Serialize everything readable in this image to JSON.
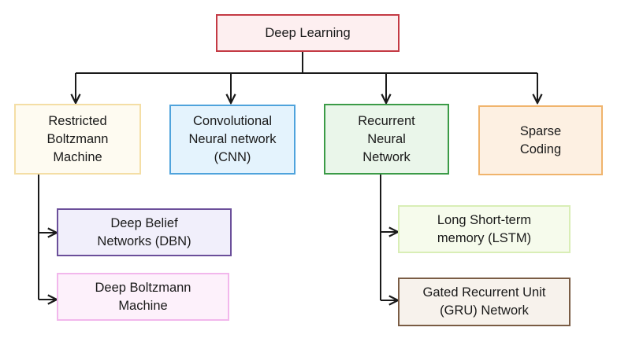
{
  "diagram": {
    "root": {
      "label": "Deep Learning",
      "fill": "#fdeff0",
      "border": "#c43a44"
    },
    "categories": [
      {
        "label": "Restricted\nBoltzmann\nMachine",
        "fill": "#fefbf1",
        "border": "#f4dea5"
      },
      {
        "label": "Convolutional\nNeural network\n(CNN)",
        "fill": "#e4f3fd",
        "border": "#4fa3dc"
      },
      {
        "label": "Recurrent\nNeural\nNetwork",
        "fill": "#eaf6ea",
        "border": "#3b9b47"
      },
      {
        "label": "Sparse\nCoding",
        "fill": "#fdf0e2",
        "border": "#f0b46c"
      }
    ],
    "subtypes": [
      {
        "label": "Deep Belief\nNetworks (DBN)",
        "fill": "#f1effb",
        "border": "#6b4f9a"
      },
      {
        "label": "Deep Boltzmann\nMachine",
        "fill": "#fdf1fb",
        "border": "#f2b7ec"
      },
      {
        "label": "Long Short-term\nmemory (LSTM)",
        "fill": "#f6fbec",
        "border": "#d9eeb6"
      },
      {
        "label": "Gated Recurrent Unit\n(GRU) Network",
        "fill": "#f7f2ec",
        "border": "#7a5c44"
      }
    ],
    "line_color": "#1a1a1a"
  }
}
